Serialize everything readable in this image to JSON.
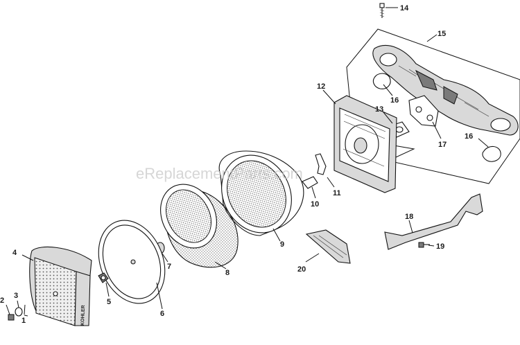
{
  "watermark": "eReplacementParts.com",
  "callouts": {
    "c1": "1",
    "c2": "2",
    "c3": "3",
    "c4": "4",
    "c5": "5",
    "c6": "6",
    "c7": "7",
    "c8": "8",
    "c9": "9",
    "c10": "10",
    "c11": "11",
    "c12": "12",
    "c13": "13",
    "c14": "14",
    "c15": "15",
    "c16a": "16",
    "c16b": "16",
    "c17": "17",
    "c18": "18",
    "c19": "19",
    "c20": "20"
  },
  "cover_brand": "KOHLER"
}
